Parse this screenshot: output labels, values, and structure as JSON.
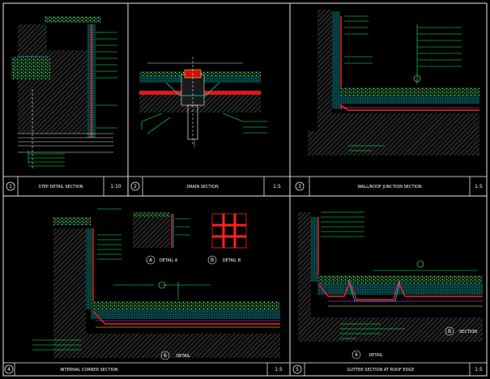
{
  "sheet": {
    "background": "#000000",
    "line_color": "#e8e8e8",
    "leader_color": "#00ff66",
    "membrane_color": "#e01818",
    "insulation_color": "#00e5ff"
  },
  "panels": [
    {
      "number": "1",
      "title": "STEP DETAIL SECTION",
      "scale": "1:10"
    },
    {
      "number": "2",
      "title": "DRAIN SECTION",
      "scale": "1:5"
    },
    {
      "number": "3",
      "title": "WALL/ROOF JUNCTION SECTION",
      "scale": "1:5"
    },
    {
      "number": "4",
      "title": "INTERNAL CORNER SECTION",
      "scale": "1:5"
    },
    {
      "number": "5",
      "title": "GUTTER SECTION AT ROOF EDGE",
      "scale": "1:5"
    }
  ],
  "sub_details": {
    "a": {
      "number": "A",
      "caption": "DETAIL A"
    },
    "b": {
      "number": "B",
      "caption": "DETAIL B"
    }
  },
  "callouts": {
    "c4": {
      "number": "6",
      "caption": "DETAIL"
    },
    "c5": {
      "number": "6",
      "caption": "DETAIL"
    },
    "c5b": {
      "number": "B",
      "caption": "SECTION"
    }
  }
}
